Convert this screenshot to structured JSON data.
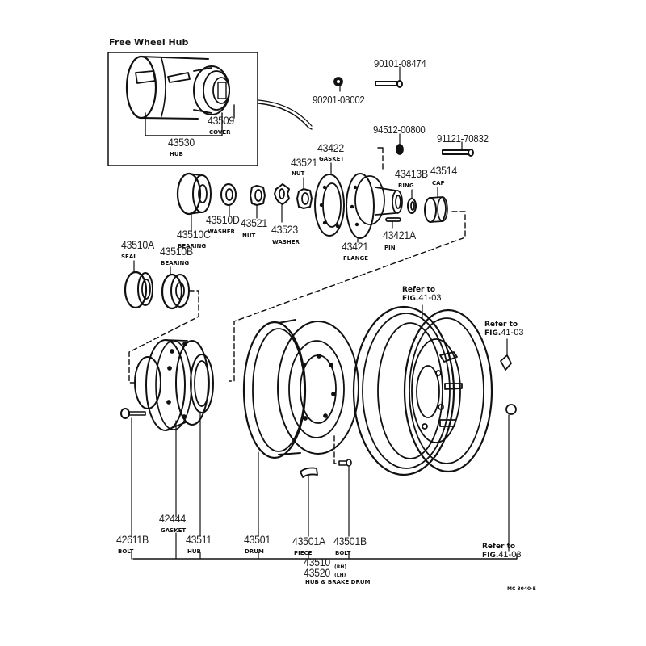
{
  "diagram": {
    "inset_title": "Free Wheel Hub",
    "drawing_code": "MC 3040-E",
    "refer_to": {
      "line1": "Refer to",
      "fig_prefix": "FIG.",
      "fig_number": "41-03"
    },
    "parts": {
      "p43509": {
        "number": "43509",
        "name": "COVER"
      },
      "p43530": {
        "number": "43530",
        "name": "HUB"
      },
      "p90101_08474": {
        "number": "90101-08474",
        "name": ""
      },
      "p90201_08002": {
        "number": "90201-08002",
        "name": ""
      },
      "p94512_00800": {
        "number": "94512-00800",
        "name": ""
      },
      "p91121_70832": {
        "number": "91121-70832",
        "name": ""
      },
      "p43422": {
        "number": "43422",
        "name": "GASKET"
      },
      "p43521_top": {
        "number": "43521",
        "name": "NUT"
      },
      "p43413B": {
        "number": "43413B",
        "name": "RING"
      },
      "p43514": {
        "number": "43514",
        "name": "CAP"
      },
      "p43510C": {
        "number": "43510C",
        "name": "BEARING"
      },
      "p43510D": {
        "number": "43510D",
        "name": "WASHER"
      },
      "p43521_bottom": {
        "number": "43521",
        "name": "NUT"
      },
      "p43523": {
        "number": "43523",
        "name": "WASHER"
      },
      "p43421": {
        "number": "43421",
        "name": "FLANGE"
      },
      "p43421A": {
        "number": "43421A",
        "name": "PIN"
      },
      "p43510A": {
        "number": "43510A",
        "name": "SEAL"
      },
      "p43510B": {
        "number": "43510B",
        "name": "BEARING"
      },
      "p42611B": {
        "number": "42611B",
        "name": "BOLT"
      },
      "p42444": {
        "number": "42444",
        "name": "GASKET"
      },
      "p43511": {
        "number": "43511",
        "name": "HUB"
      },
      "p43501": {
        "number": "43501",
        "name": "DRUM"
      },
      "p43501A": {
        "number": "43501A",
        "name": "PIECE"
      },
      "p43501B": {
        "number": "43501B",
        "name": "BOLT"
      },
      "p43510": {
        "number": "43510",
        "side": "(RH)"
      },
      "p43520": {
        "number": "43520",
        "side": "(LH)"
      },
      "assembly_name": "HUB & BRAKE DRUM"
    }
  }
}
